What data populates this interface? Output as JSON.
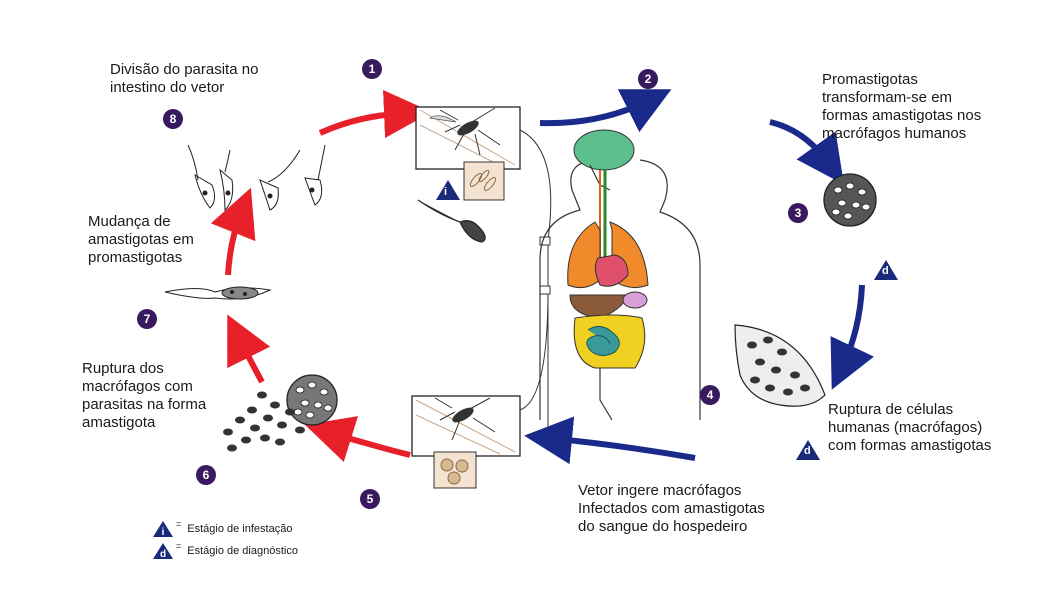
{
  "labels": {
    "stage8": [
      "Divisão do parasita no",
      "intestino do vetor"
    ],
    "stage2": [
      "Promastigotas",
      "transformam-se em",
      "formas amastigotas nos",
      "macrófagos humanos"
    ],
    "stage7": [
      "Mudança de",
      "amastigotas em",
      "promastigotas"
    ],
    "stage6": [
      "Ruptura dos",
      "macrófagos com",
      "parasitas na forma",
      "amastigota"
    ],
    "stage4": [
      "Ruptura de células",
      "humanas (macrófagos)",
      "com formas amastigotas"
    ],
    "stage5": [
      "Vetor ingere macrófagos",
      "Infectados com amastigotas",
      "do sangue do hospedeiro"
    ]
  },
  "steps": [
    "1",
    "2",
    "3",
    "4",
    "5",
    "6",
    "7",
    "8"
  ],
  "badges": {
    "infective": "i",
    "diagnostic": "d"
  },
  "legend": {
    "infective_label": "Estágio de infestação",
    "diagnostic_label": "Estágio de diagnóstico",
    "marker": "="
  },
  "colors": {
    "red_arrow": "#e8202a",
    "blue_arrow": "#1a2a8a",
    "step_badge": "#3a1a5e",
    "badge_triangle": "#1a2a7a",
    "brain": "#5dbf8c",
    "lungs": "#f08a2a",
    "heart": "#e0506a",
    "liver": "#8a5a3a",
    "stomach": "#d8a0d8",
    "intestine_small": "#3a9a9a",
    "intestine_large": "#f0d020",
    "inset_bg": "#f3e3d0"
  }
}
